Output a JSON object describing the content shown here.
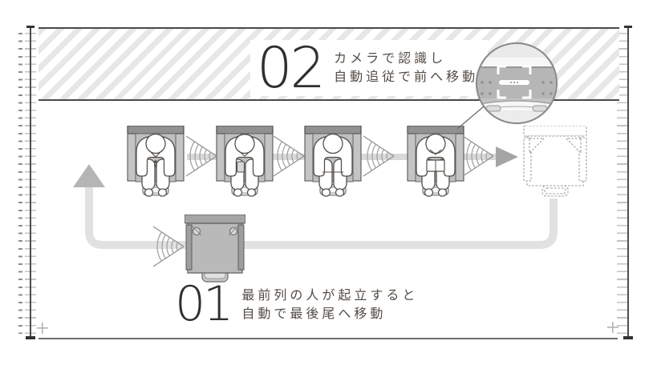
{
  "diagram": {
    "title_semantic": "automatic-queue-chair-process-diagram",
    "steps": {
      "step2": {
        "number": "02",
        "line1": "カメラで認識し",
        "line2": "自動追従で前へ移動"
      },
      "step1": {
        "number": "01",
        "line1": "最前列の人が起立すると",
        "line2": "自動で最後尾へ移動"
      }
    },
    "icons": {
      "camera_inset": "camera-viewfinder-closeup-circle",
      "signal_cone": "camera-detection-cone",
      "advance_arrow": "right-arrow",
      "return_arrow": "up-arrow",
      "queue_chairs": [
        "seated-person-suit",
        "seated-person-phone",
        "seated-person-casual",
        "seated-person-book"
      ],
      "front_chair": "dashed-empty-chair",
      "returning_chair": "gray-empty-chair"
    },
    "colors": {
      "hatch_stripe": "#e7e7e7",
      "band_border": "#4a4a4a",
      "beam": "#d9d9d9",
      "arrow": "#a5a5a5",
      "return_path": "#e1e1e1",
      "chair_gray": "#b9b9b9",
      "text_dark": "#2f2f2f",
      "text_body": "#544c45"
    }
  }
}
